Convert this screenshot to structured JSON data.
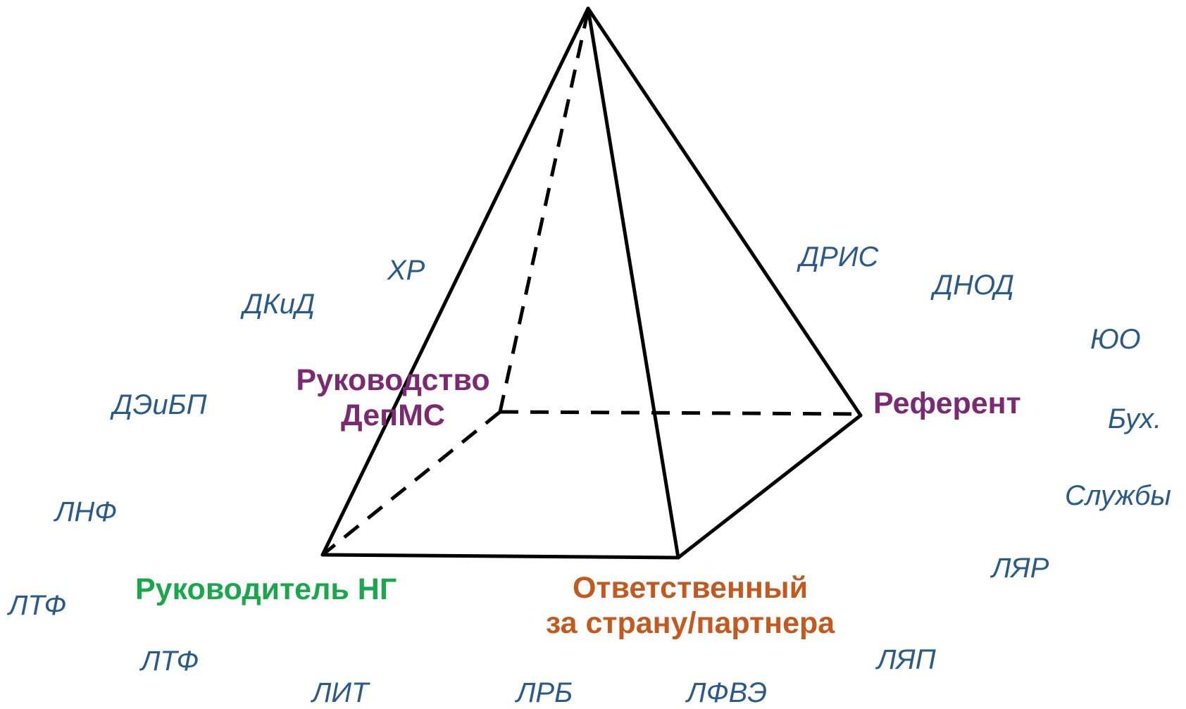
{
  "colors": {
    "edges": "#000000",
    "departments": "#2a5a8a",
    "role_management": "#7b2a72",
    "role_referent": "#7b2a72",
    "role_group_leader": "#1aa64a",
    "role_country": "#c4591f"
  },
  "roles": {
    "management_line1": "Руководство",
    "management_line2": "ДепМС",
    "referent": "Референт",
    "group_leader": "Руководитель НГ",
    "country_line1": "Ответственный",
    "country_line2": "за страну/партнера"
  },
  "departments": {
    "hr": "ХР",
    "dkid": "ДКиД",
    "deibp": "ДЭиБП",
    "lnf": "ЛНФ",
    "ltf_left": "ЛТФ",
    "ltf_bottom": "ЛТФ",
    "lit": "ЛИТ",
    "lrb": "ЛРБ",
    "lfve": "ЛФВЭ",
    "drис": "ДРИС",
    "dnod": "ДНОД",
    "yuo": "ЮО",
    "buh": "Бух.",
    "sluzhby": "Службы",
    "lyar": "ЛЯР",
    "lyap": "ЛЯП"
  }
}
